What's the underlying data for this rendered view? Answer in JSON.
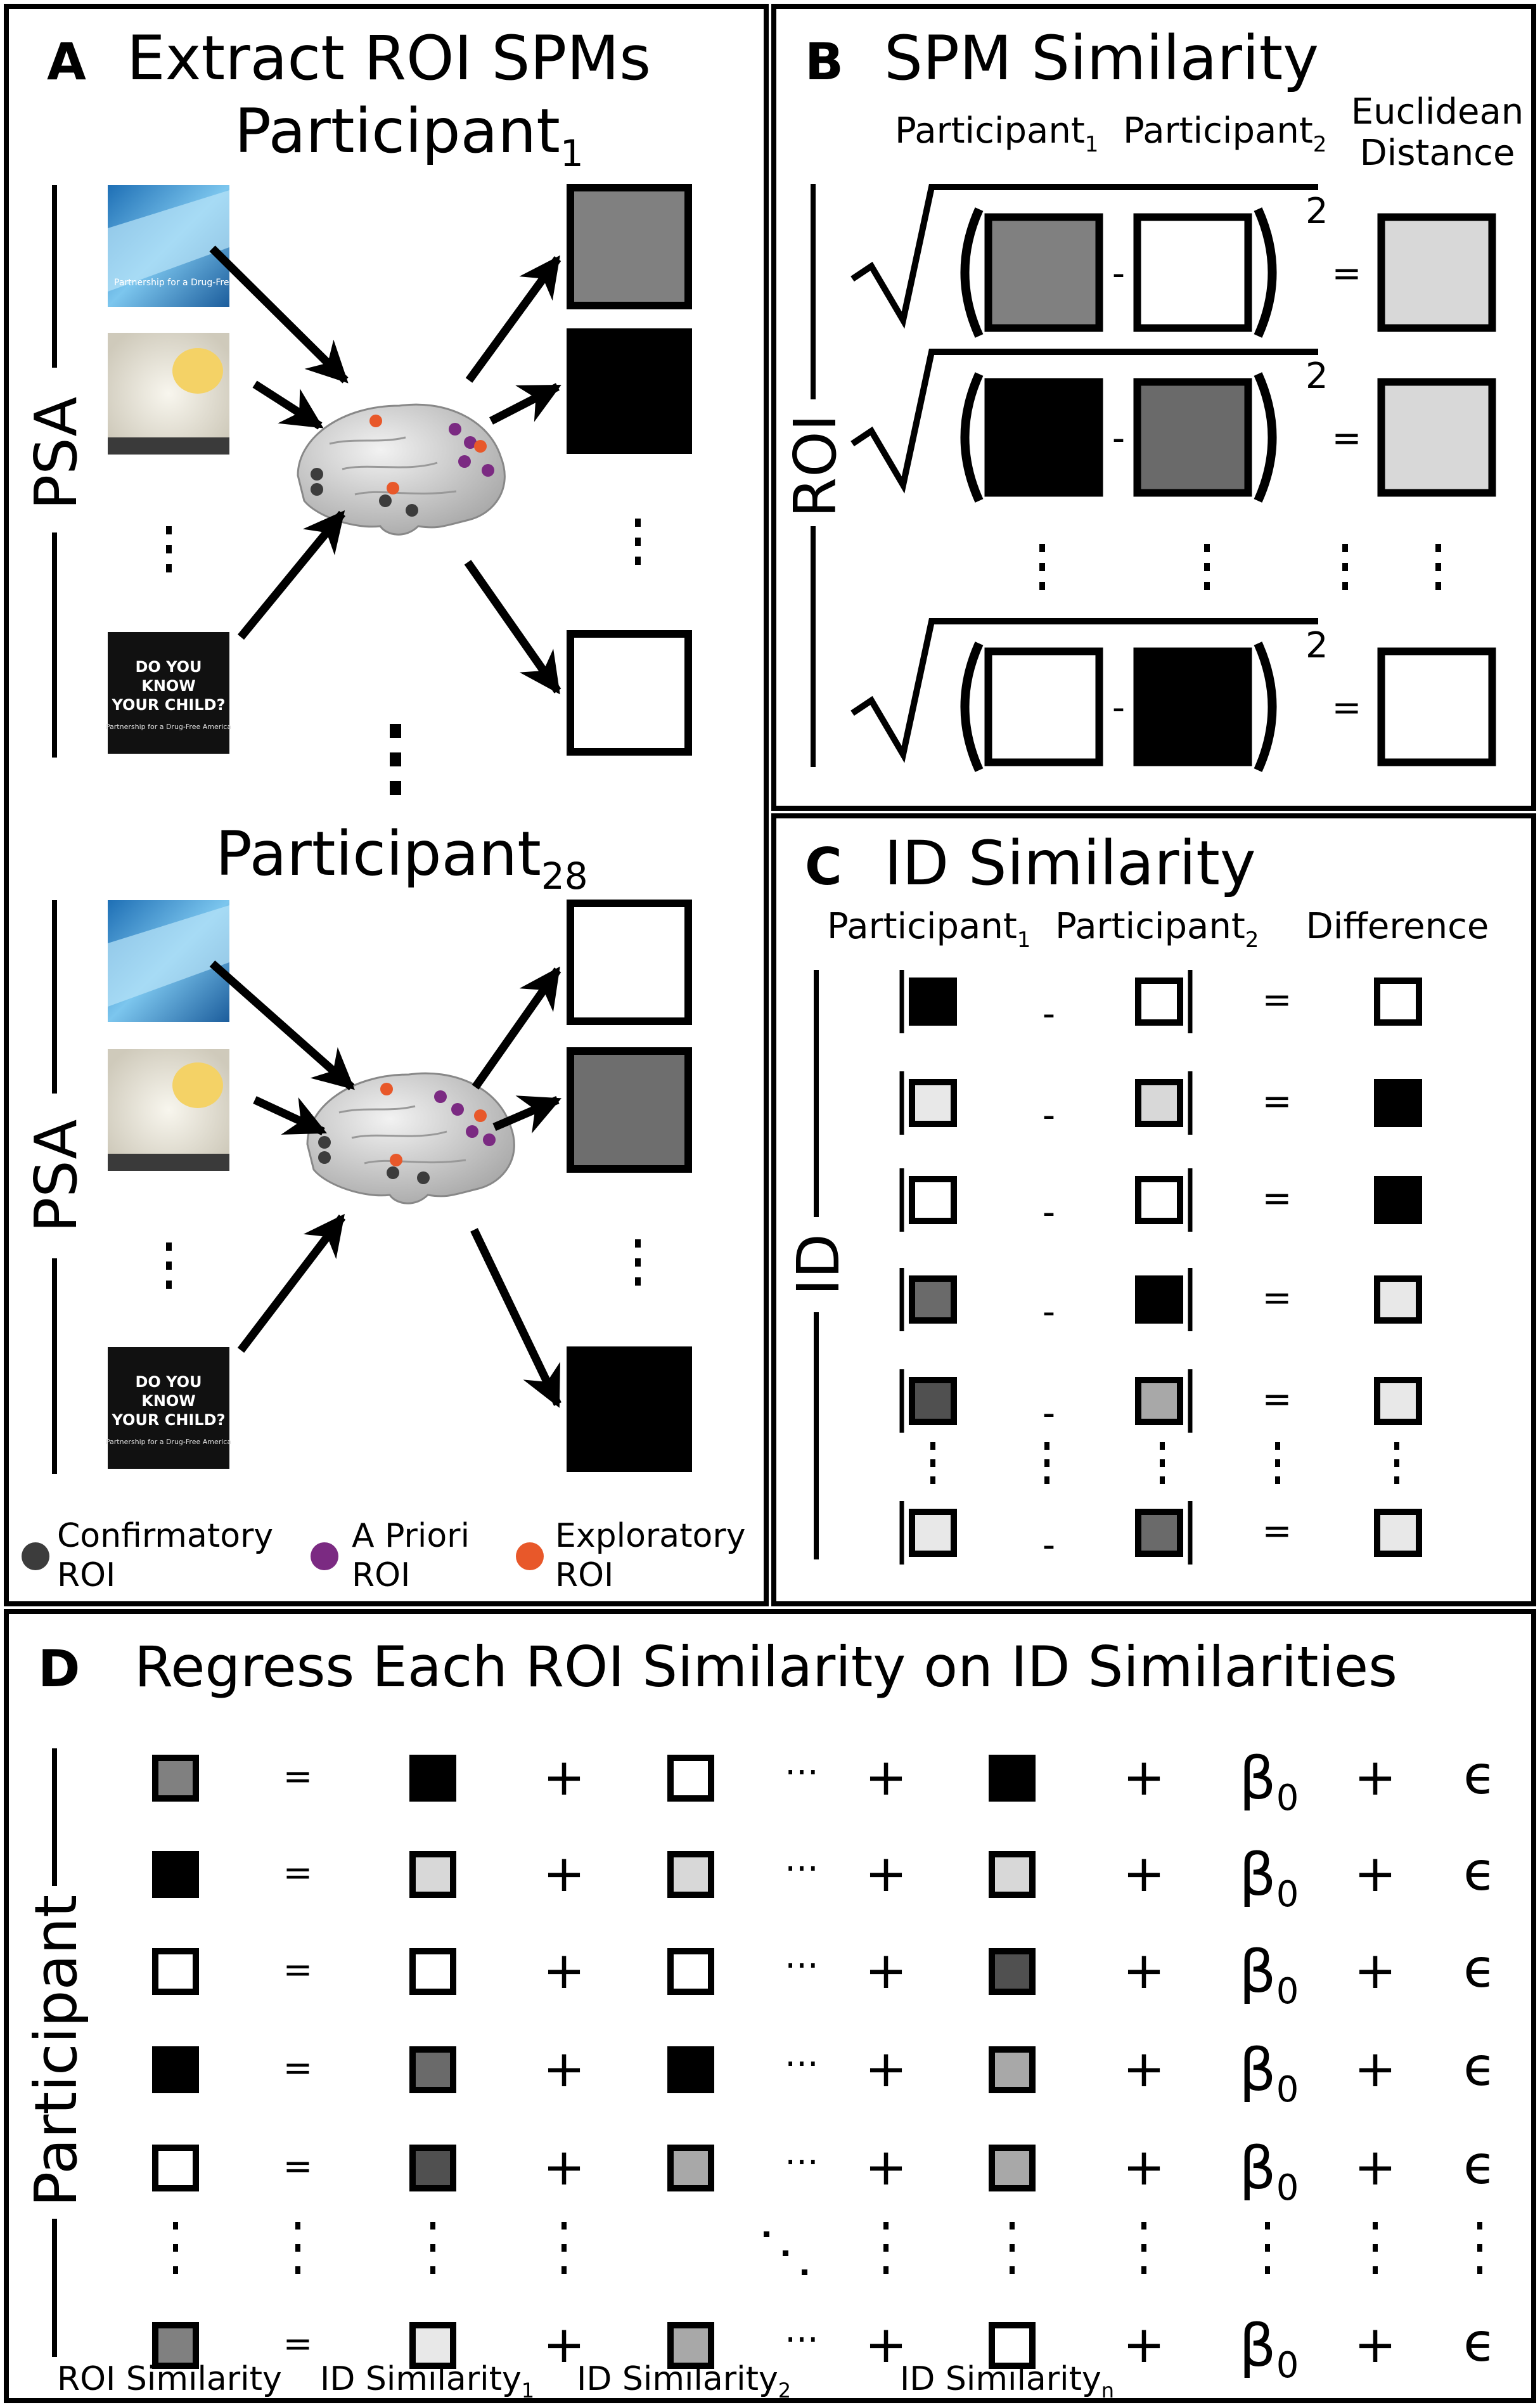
{
  "panelA": {
    "letter": "A",
    "title": "Extract ROI SPMs",
    "participant_first": {
      "base": "Participant",
      "sub": "1"
    },
    "participant_last": {
      "base": "Participant",
      "sub": "28"
    },
    "side_label": "PSA",
    "stimulus_poster_text": "DO YOU KNOW YOUR CHILD?",
    "stimulus_caption": "Partnership for a Drug-Free America",
    "legend": [
      {
        "line1": "Confirmatory",
        "line2": "ROI",
        "color": "#3c3c3c"
      },
      {
        "line1": "A Priori",
        "line2": "ROI",
        "color": "#7b2a82"
      },
      {
        "line1": "Exploratory",
        "line2": "ROI",
        "color": "#e8582a"
      }
    ]
  },
  "panelB": {
    "letter": "B",
    "title": "SPM Similarity",
    "col1": {
      "base": "Participant",
      "sub": "1"
    },
    "col2": {
      "base": "Participant",
      "sub": "2"
    },
    "col3_line1": "Euclidean",
    "col3_line2": "Distance",
    "side_label": "ROI",
    "minus": "-",
    "equals": "=",
    "exponent": "2"
  },
  "panelC": {
    "letter": "C",
    "title": "ID Similarity",
    "col1": {
      "base": "Participant",
      "sub": "1"
    },
    "col2": {
      "base": "Participant",
      "sub": "2"
    },
    "col3": "Difference",
    "side_label": "ID",
    "minus": "-",
    "equals": "="
  },
  "panelD": {
    "letter": "D",
    "title": "Regress Each ROI Similarity on ID Similarities",
    "side_label": "Participant",
    "equals": "=",
    "plus": "+",
    "ellipsis": "···",
    "beta": {
      "base": "β",
      "sub": "0"
    },
    "epsilon": "ϵ",
    "footer": [
      {
        "base": "ROI Similarity",
        "sub": ""
      },
      {
        "base": "ID Similarity",
        "sub": "1"
      },
      {
        "base": "ID Similarity",
        "sub": "2"
      },
      {
        "base": "ID Similarity",
        "sub": "n"
      }
    ]
  }
}
